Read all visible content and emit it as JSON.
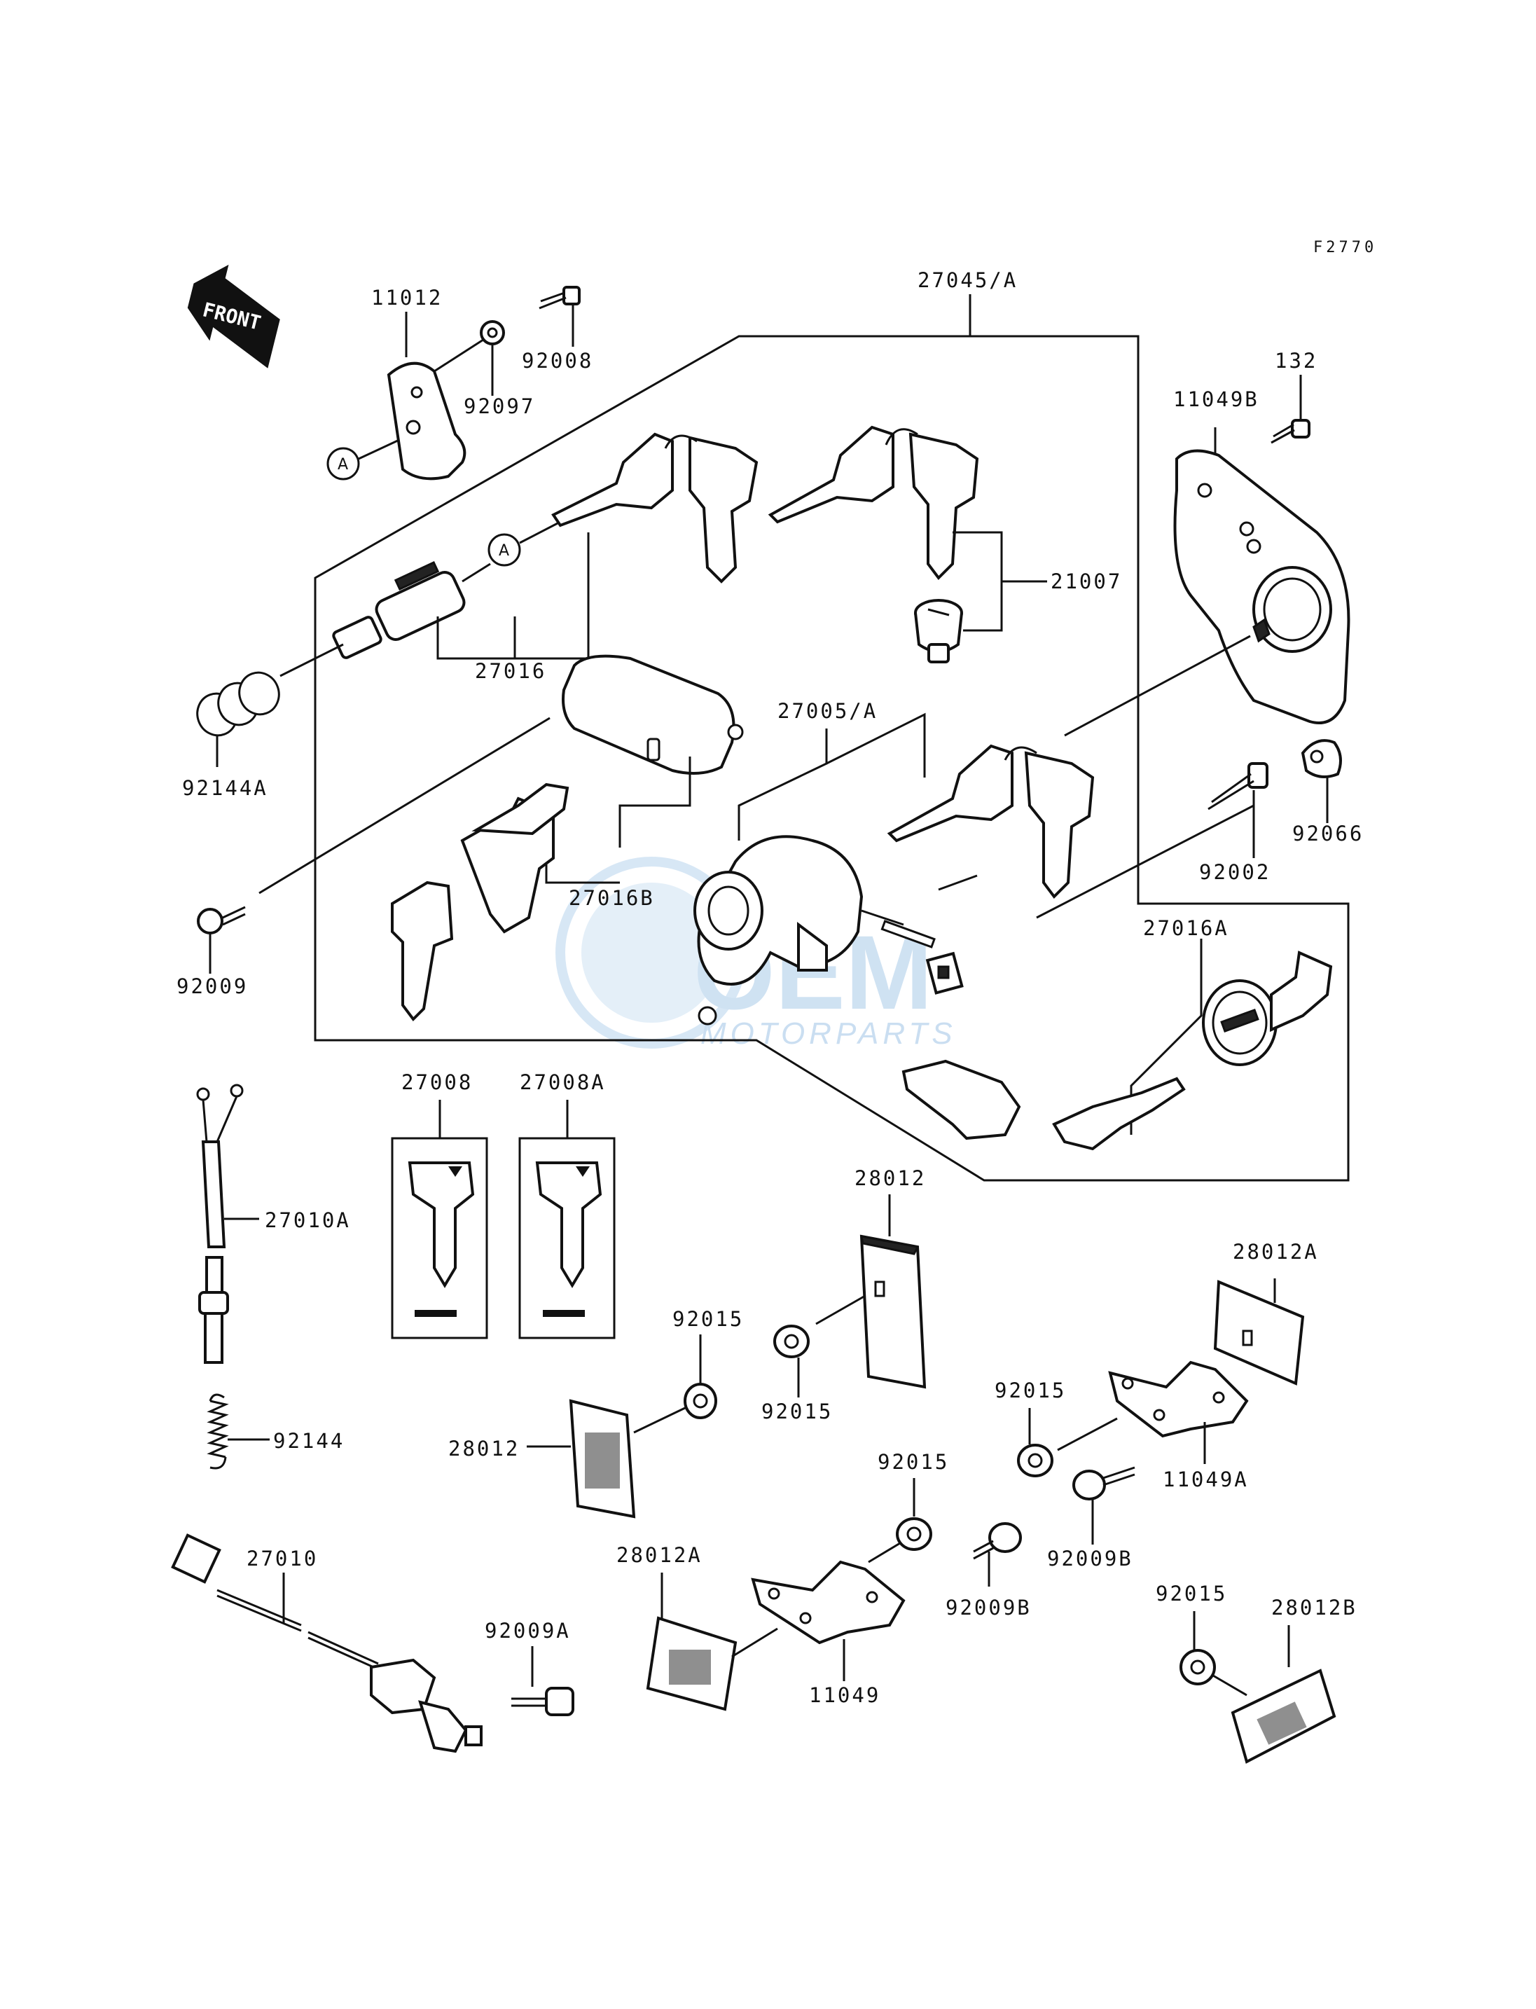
{
  "diagram_code": "F2770",
  "front_arrow": {
    "text": "FRONT"
  },
  "watermark": {
    "brand": "OEM",
    "subtitle": "MOTORPARTS"
  },
  "reference_marks": [
    "A",
    "A"
  ],
  "parts": [
    {
      "id": "p-27045",
      "label": "27045/A"
    },
    {
      "id": "p-11012",
      "label": "11012"
    },
    {
      "id": "p-92008",
      "label": "92008"
    },
    {
      "id": "p-92097",
      "label": "92097"
    },
    {
      "id": "p-132",
      "label": "132"
    },
    {
      "id": "p-11049b",
      "label": "11049B"
    },
    {
      "id": "p-21007",
      "label": "21007"
    },
    {
      "id": "p-27016",
      "label": "27016"
    },
    {
      "id": "p-92144a",
      "label": "92144A"
    },
    {
      "id": "p-27005",
      "label": "27005/A"
    },
    {
      "id": "p-92066",
      "label": "92066"
    },
    {
      "id": "p-92002",
      "label": "92002"
    },
    {
      "id": "p-27016b",
      "label": "27016B"
    },
    {
      "id": "p-92009",
      "label": "92009"
    },
    {
      "id": "p-27016a",
      "label": "27016A"
    },
    {
      "id": "p-27008",
      "label": "27008"
    },
    {
      "id": "p-27008a",
      "label": "27008A"
    },
    {
      "id": "p-27010a",
      "label": "27010A"
    },
    {
      "id": "p-28012-top",
      "label": "28012"
    },
    {
      "id": "p-28012a-right",
      "label": "28012A"
    },
    {
      "id": "p-92015-a",
      "label": "92015"
    },
    {
      "id": "p-92015-b",
      "label": "92015"
    },
    {
      "id": "p-92015-c",
      "label": "92015"
    },
    {
      "id": "p-92144",
      "label": "92144"
    },
    {
      "id": "p-28012-left",
      "label": "28012"
    },
    {
      "id": "p-11049a",
      "label": "11049A"
    },
    {
      "id": "p-92015-d",
      "label": "92015"
    },
    {
      "id": "p-92009b-right",
      "label": "92009B"
    },
    {
      "id": "p-27010",
      "label": "27010"
    },
    {
      "id": "p-28012a-mid",
      "label": "28012A"
    },
    {
      "id": "p-92009b-mid",
      "label": "92009B"
    },
    {
      "id": "p-92015-e",
      "label": "92015"
    },
    {
      "id": "p-28012b",
      "label": "28012B"
    },
    {
      "id": "p-92009a",
      "label": "92009A"
    },
    {
      "id": "p-11049",
      "label": "11049"
    }
  ]
}
